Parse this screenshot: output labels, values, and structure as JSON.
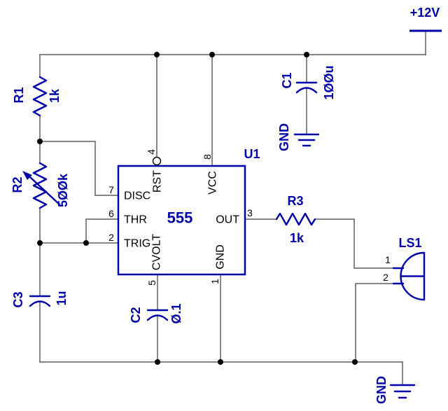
{
  "power": {
    "vcc": "+12V"
  },
  "grounds": {
    "c1": "GND",
    "main": "GND"
  },
  "u1": {
    "ref": "U1",
    "part": "555",
    "pins": {
      "rst": {
        "num": "4",
        "name": "RST"
      },
      "vcc": {
        "num": "8",
        "name": "VCC"
      },
      "disc": {
        "num": "7",
        "name": "DISC"
      },
      "thr": {
        "num": "6",
        "name": "THR"
      },
      "trig": {
        "num": "2",
        "name": "TRIG"
      },
      "out": {
        "num": "3",
        "name": "OUT"
      },
      "cvolt": {
        "num": "5",
        "name": "CVOLT"
      },
      "gnd": {
        "num": "1",
        "name": "GND"
      }
    }
  },
  "r1": {
    "ref": "R1",
    "value": "1k"
  },
  "r2": {
    "ref": "R2",
    "value": "500k"
  },
  "r3": {
    "ref": "R3",
    "value": "1k"
  },
  "c1": {
    "ref": "C1",
    "value": "100u"
  },
  "c2": {
    "ref": "C2",
    "value": "0.1"
  },
  "c3": {
    "ref": "C3",
    "value": "1u"
  },
  "ls1": {
    "ref": "LS1",
    "pin1": "1",
    "pin2": "2"
  },
  "colors": {
    "symbol": "#0000a8",
    "wire": "#5f5f5f",
    "ink": "#000000",
    "bg": "#ffffff"
  }
}
